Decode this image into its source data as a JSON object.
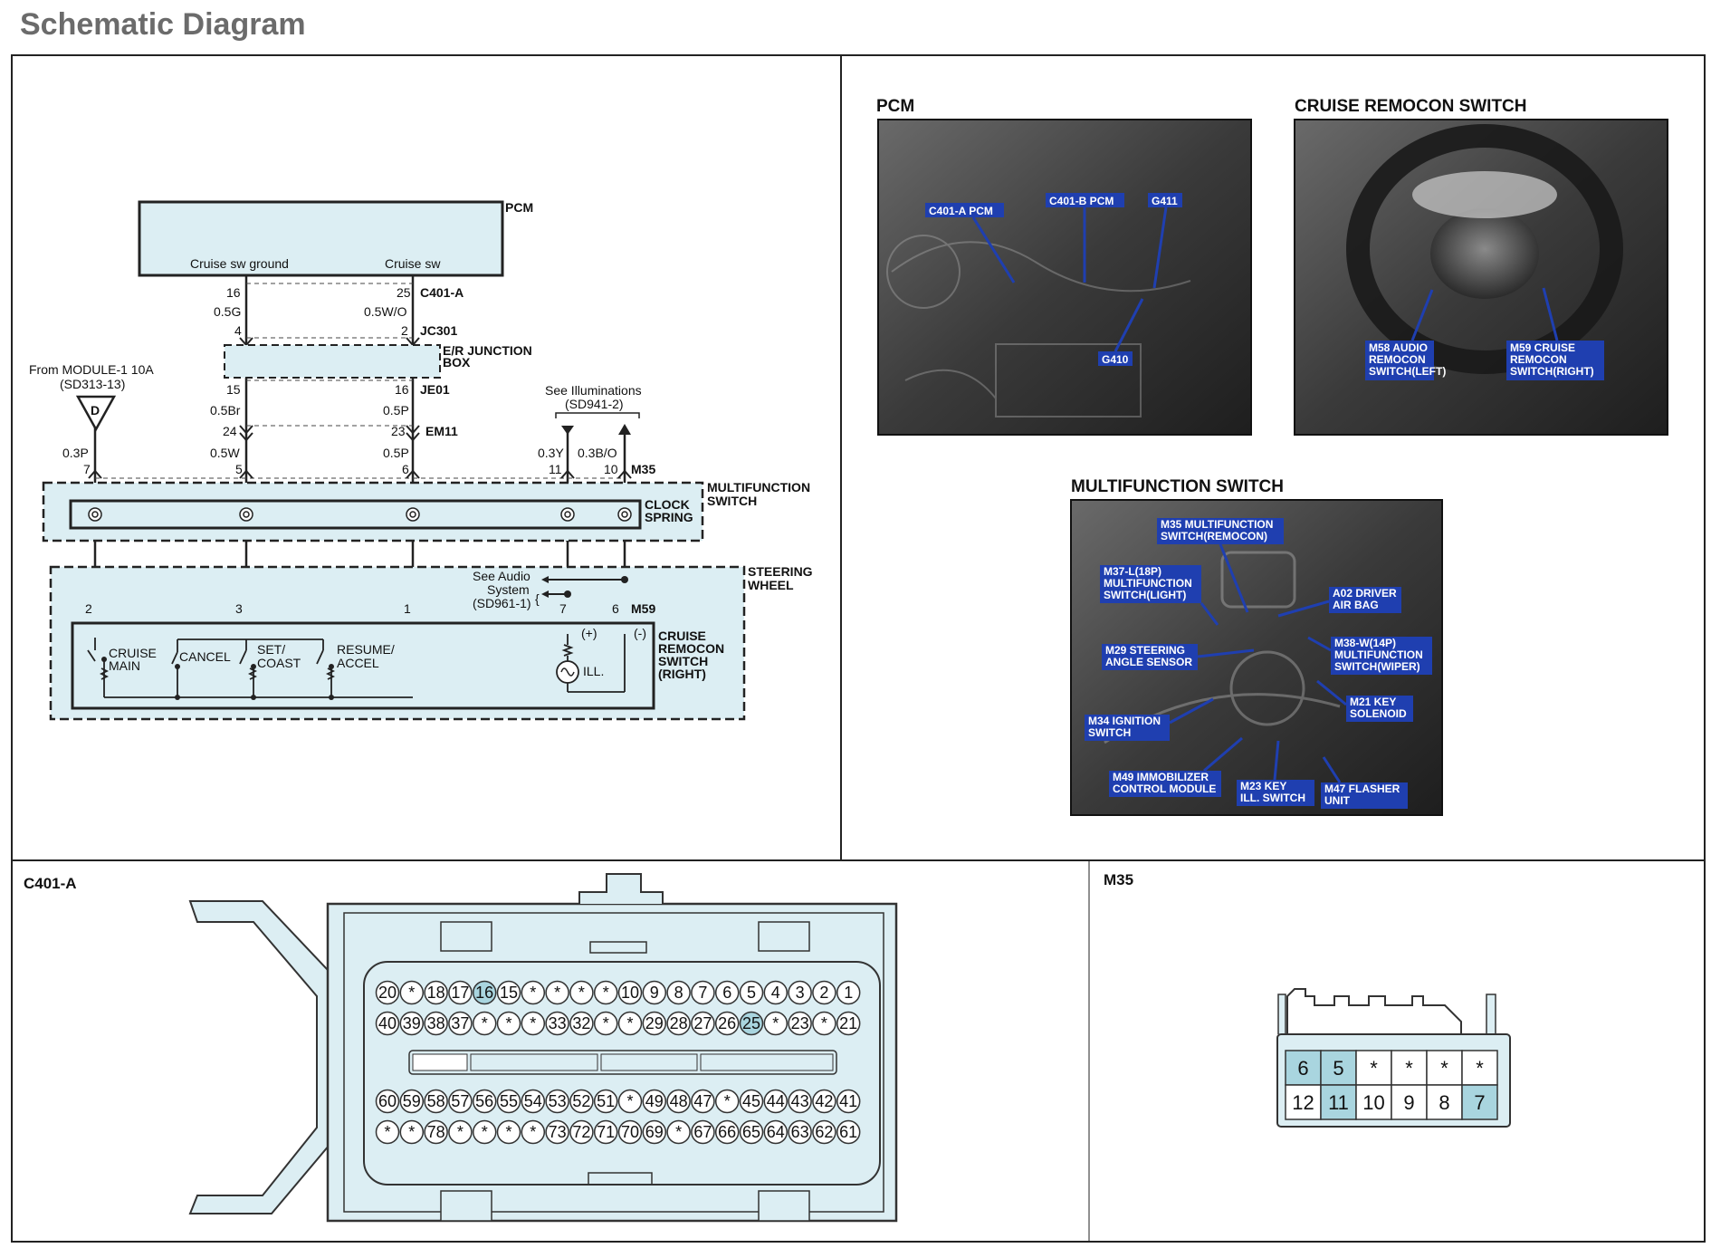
{
  "header": {
    "title": "Schematic Diagram"
  },
  "schematic": {
    "pcm_label": "PCM",
    "pcm_left_terminal": "Cruise sw ground",
    "pcm_right_terminal": "Cruise sw",
    "connector_c401a": "C401-A",
    "pin_16": "16",
    "wire_05g": "0.5G",
    "pin_25": "25",
    "wire_05wo": "0.5W/O",
    "pin_4": "4",
    "pin_2": "2",
    "connector_jc301": "JC301",
    "er_junction_box_1": "E/R  JUNCTION",
    "er_junction_box_2": "BOX",
    "pin_15": "15",
    "pin_16b": "16",
    "connector_je01": "JE01",
    "wire_05br": "0.5Br",
    "wire_05p": "0.5P",
    "pin_24": "24",
    "pin_23": "23",
    "connector_em11": "EM11",
    "from_module_1": "From MODULE-1 10A",
    "from_module_2": "(SD313-13)",
    "ground_symbol": "D",
    "wire_03p": "0.3P",
    "wire_05w": "0.5W",
    "wire_05p2": "0.5P",
    "see_illum_1": "See Illuminations",
    "see_illum_2": "(SD941-2)",
    "wire_03y": "0.3Y",
    "wire_03bo": "0.3B/O",
    "pin_7": "7",
    "pin_5": "5",
    "pin_6": "6",
    "pin_11": "11",
    "pin_10": "10",
    "connector_m35": "M35",
    "mfs_label_1": "MULTIFUNCTION",
    "mfs_label_2": "SWITCH",
    "clock_spring_1": "CLOCK",
    "clock_spring_2": "SPRING",
    "steering_wheel_1": "STEERING",
    "steering_wheel_2": "WHEEL",
    "see_audio_1": "See Audio",
    "see_audio_2": "System",
    "see_audio_3": "(SD961-1)",
    "pin_2b": "2",
    "pin_3": "3",
    "pin_1": "1",
    "pin_7b": "7",
    "pin_6b": "6",
    "connector_m59": "M59",
    "plus": "(+)",
    "minus": "(-)",
    "cruise_main_1": "CRUISE",
    "cruise_main_2": "MAIN",
    "cancel": "CANCEL",
    "set_coast_1": "SET/",
    "set_coast_2": "COAST",
    "resume_accel_1": "RESUME/",
    "resume_accel_2": "ACCEL",
    "ill": "ILL.",
    "remocon_1": "CRUISE",
    "remocon_2": "REMOCON",
    "remocon_3": "SWITCH",
    "remocon_4": "(RIGHT)"
  },
  "photos": {
    "pcm": {
      "title": "PCM",
      "callouts": [
        "C401-A PCM",
        "C401-B PCM",
        "G411",
        "G410"
      ]
    },
    "cruise_remocon": {
      "title": "CRUISE REMOCON SWITCH",
      "left_callout": [
        "M58 AUDIO",
        "REMOCON",
        "SWITCH(LEFT)"
      ],
      "right_callout": [
        "M59 CRUISE",
        "REMOCON",
        "SWITCH(RIGHT)"
      ]
    },
    "multifunction": {
      "title": "MULTIFUNCTION SWITCH",
      "callouts": {
        "m35": [
          "M35 MULTIFUNCTION",
          "SWITCH(REMOCON)"
        ],
        "m37": [
          "M37-L(18P)",
          "MULTIFUNCTION",
          "SWITCH(LIGHT)"
        ],
        "a02": [
          "A02 DRIVER",
          "AIR BAG"
        ],
        "m29": [
          "M29 STEERING",
          "ANGLE SENSOR"
        ],
        "m38": [
          "M38-W(14P)",
          "MULTIFUNCTION",
          "SWITCH(WIPER)"
        ],
        "m21": [
          "M21 KEY",
          "SOLENOID"
        ],
        "m34": [
          "M34 IGNITION",
          "SWITCH"
        ],
        "m49": [
          "M49 IMMOBILIZER",
          "CONTROL MODULE"
        ],
        "m23": [
          "M23 KEY",
          "ILL. SWITCH"
        ],
        "m47": [
          "M47 FLASHER",
          "UNIT"
        ]
      }
    }
  },
  "c401a": {
    "title": "C401-A",
    "row1": [
      "20",
      "*",
      "18",
      "17",
      "16",
      "15",
      "*",
      "*",
      "*",
      "*",
      "10",
      "9",
      "8",
      "7",
      "6",
      "5",
      "4",
      "3",
      "2",
      "1"
    ],
    "row2": [
      "40",
      "39",
      "38",
      "37",
      "*",
      "*",
      "*",
      "33",
      "32",
      "*",
      "*",
      "29",
      "28",
      "27",
      "26",
      "25",
      "*",
      "23",
      "*",
      "21"
    ],
    "row3": [
      "60",
      "59",
      "58",
      "57",
      "56",
      "55",
      "54",
      "53",
      "52",
      "51",
      "*",
      "49",
      "48",
      "47",
      "*",
      "45",
      "44",
      "43",
      "42",
      "41"
    ],
    "row4": [
      "*",
      "*",
      "78",
      "*",
      "*",
      "*",
      "*",
      "73",
      "72",
      "71",
      "70",
      "69",
      "*",
      "67",
      "66",
      "65",
      "64",
      "63",
      "62",
      "61"
    ],
    "highlight": [
      "16",
      "25"
    ],
    "highlight_color": "#a9d5df"
  },
  "m35": {
    "title": "M35",
    "row1": [
      "6",
      "5",
      "*",
      "*",
      "*",
      "*"
    ],
    "row2": [
      "12",
      "11",
      "10",
      "9",
      "8",
      "7"
    ],
    "highlight": [
      "6",
      "5",
      "11",
      "7"
    ],
    "highlight_color": "#a9d5df"
  },
  "colors": {
    "panel_fill": "#dceef3",
    "callout_blue": "#1f3fb0"
  }
}
